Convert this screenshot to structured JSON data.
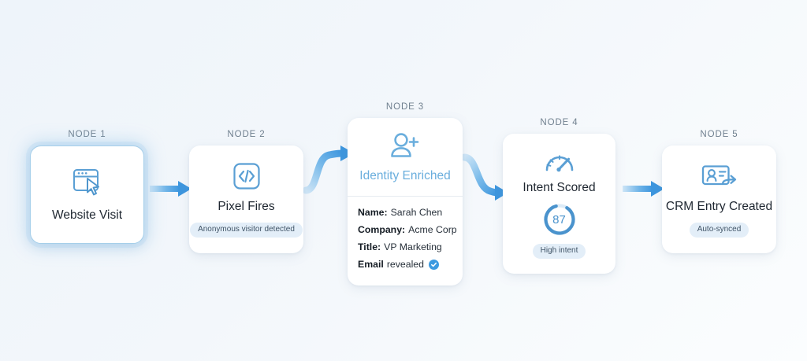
{
  "theme": {
    "accent": "#4a93cd",
    "accent_light": "#6aaedd",
    "badge_bg": "#e3eef8",
    "arrow_blue": "#4fa3e3",
    "verified_blue": "#3d9ae0",
    "background": "#f2f6fa"
  },
  "nodes": [
    {
      "label": "NODE 1",
      "icon": "browser-cursor-icon",
      "title": "Website Visit",
      "badge": null,
      "active": true
    },
    {
      "label": "NODE 2",
      "icon": "code-brackets-icon",
      "title": "Pixel Fires",
      "badge": "Anonymous visitor detected",
      "active": false
    },
    {
      "label": "NODE 3",
      "icon": "user-plus-icon",
      "title": "Identity Enriched",
      "badge": null,
      "active": false,
      "details": [
        {
          "key": "Name:",
          "value": "Sarah Chen"
        },
        {
          "key": "Company:",
          "value": "Acme Corp"
        },
        {
          "key": "Title:",
          "value": "VP Marketing"
        },
        {
          "key": "Email",
          "value": "revealed",
          "verified": true
        }
      ]
    },
    {
      "label": "NODE 4",
      "icon": "gauge-icon",
      "title": "Intent Scored",
      "score": "87",
      "score_percent": 87,
      "badge": "High intent",
      "active": false
    },
    {
      "label": "NODE 5",
      "icon": "contact-card-arrow-icon",
      "title": "CRM Entry Created",
      "badge": "Auto-synced",
      "active": false
    }
  ],
  "connectors": [
    {
      "from": "NODE 1",
      "to": "NODE 2",
      "style": "straight-arrow"
    },
    {
      "from": "NODE 2",
      "to": "NODE 3",
      "style": "s-curve-up-arrow"
    },
    {
      "from": "NODE 3",
      "to": "NODE 4",
      "style": "s-curve-down-arrow"
    },
    {
      "from": "NODE 4",
      "to": "NODE 5",
      "style": "straight-arrow"
    }
  ]
}
